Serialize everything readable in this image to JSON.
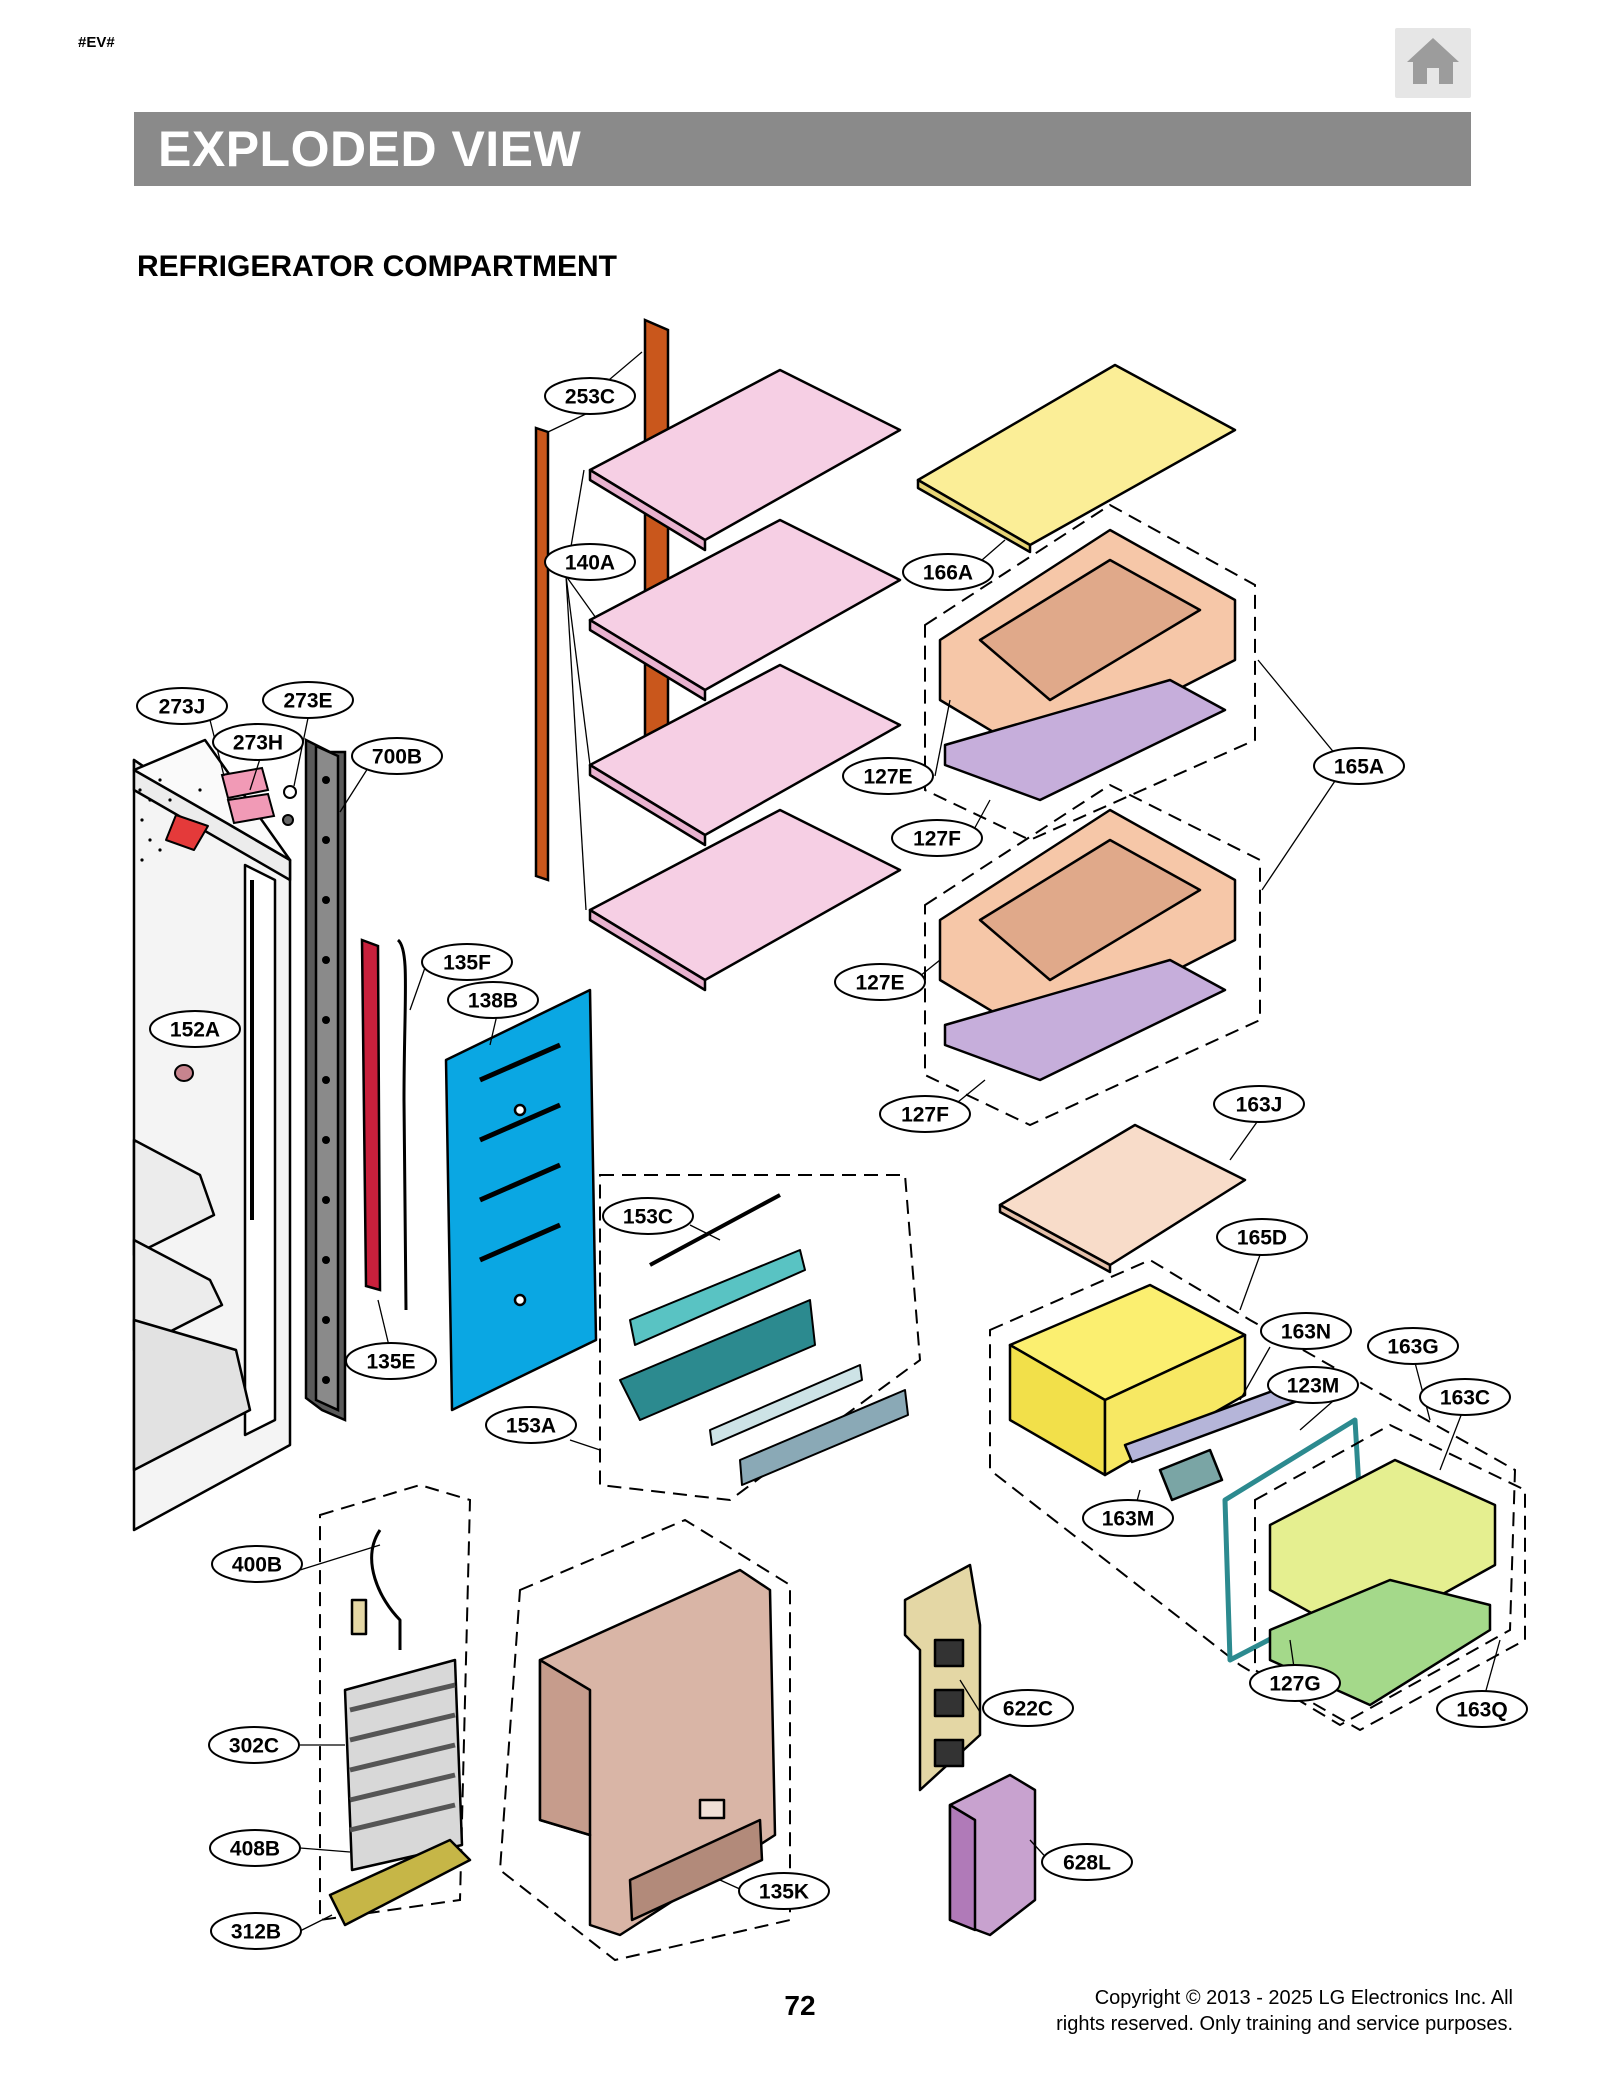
{
  "header": {
    "doc_code": "#EV#",
    "title": "EXPLODED VIEW",
    "section_title": "REFRIGERATOR COMPARTMENT"
  },
  "icons": {
    "home": "home-icon"
  },
  "colors": {
    "banner": "#8a8a8a",
    "shelf": "#f6cfe4",
    "rail": "#c9571c",
    "crisper": "#f6c7a8",
    "tray": "#c6aedb",
    "cover_top": "#fbee97",
    "back_panel": "#0aa7e3",
    "drawer": "#fbef70",
    "drawer_small": "#e5ef90",
    "drawer_base": "#a4d98a",
    "duct": "#d9b5a6",
    "duct_small": "#e4d7a5",
    "duct_purple": "#c8a2cf",
    "module": "#2c8a8f"
  },
  "labels": [
    {
      "id": "253C",
      "text": "253C"
    },
    {
      "id": "140A",
      "text": "140A"
    },
    {
      "id": "166A",
      "text": "166A"
    },
    {
      "id": "273J",
      "text": "273J"
    },
    {
      "id": "273E",
      "text": "273E"
    },
    {
      "id": "273H",
      "text": "273H"
    },
    {
      "id": "700B",
      "text": "700B"
    },
    {
      "id": "127E-1",
      "text": "127E"
    },
    {
      "id": "165A",
      "text": "165A"
    },
    {
      "id": "127F-1",
      "text": "127F"
    },
    {
      "id": "135F",
      "text": "135F"
    },
    {
      "id": "138B",
      "text": "138B"
    },
    {
      "id": "127E-2",
      "text": "127E"
    },
    {
      "id": "152A",
      "text": "152A"
    },
    {
      "id": "127F-2",
      "text": "127F"
    },
    {
      "id": "163J",
      "text": "163J"
    },
    {
      "id": "153C",
      "text": "153C"
    },
    {
      "id": "165D",
      "text": "165D"
    },
    {
      "id": "163N",
      "text": "163N"
    },
    {
      "id": "163G",
      "text": "163G"
    },
    {
      "id": "123M",
      "text": "123M"
    },
    {
      "id": "163C",
      "text": "163C"
    },
    {
      "id": "135E",
      "text": "135E"
    },
    {
      "id": "153A",
      "text": "153A"
    },
    {
      "id": "163M",
      "text": "163M"
    },
    {
      "id": "400B",
      "text": "400B"
    },
    {
      "id": "127G",
      "text": "127G"
    },
    {
      "id": "163Q",
      "text": "163Q"
    },
    {
      "id": "622C",
      "text": "622C"
    },
    {
      "id": "302C",
      "text": "302C"
    },
    {
      "id": "628L",
      "text": "628L"
    },
    {
      "id": "408B",
      "text": "408B"
    },
    {
      "id": "135K",
      "text": "135K"
    },
    {
      "id": "312B",
      "text": "312B"
    }
  ],
  "footer": {
    "page_number": "72",
    "copyright_line1": "Copyright © 2013 - 2025 LG Electronics Inc. All",
    "copyright_line2": "rights reserved. Only training and service purposes."
  }
}
